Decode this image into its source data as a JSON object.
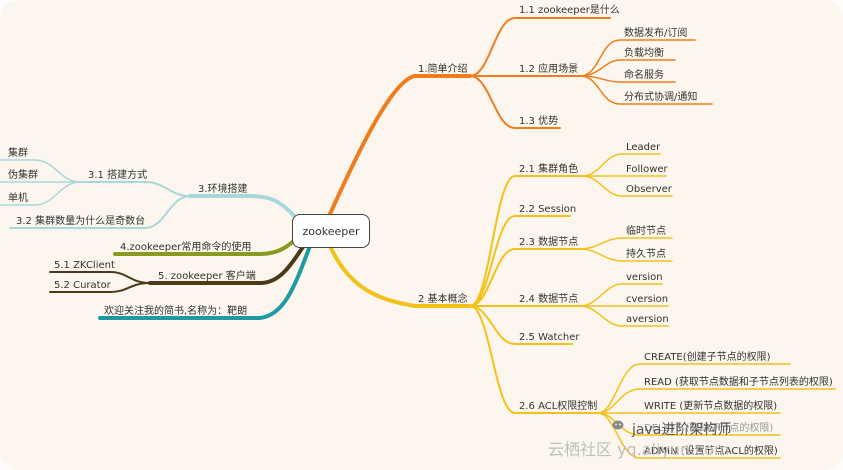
{
  "root": "zookeeper",
  "orange": {
    "main": "1.简单介绍",
    "children": [
      "1.1 zookeeper是什么",
      "1.2 应用场景",
      "1.3 优势"
    ],
    "scenes": [
      "数据发布/订阅",
      "负载均衡",
      "命名服务",
      "分布式协调/通知"
    ]
  },
  "yellow": {
    "main": "2 基本概念",
    "children": [
      "2.1 集群角色",
      "2.2 Session",
      "2.3 数据节点",
      "2.4 数据节点",
      "2.5 Watcher",
      "2.6 ACL权限控制"
    ],
    "roles": [
      "Leader",
      "Follower",
      "Observer"
    ],
    "nodes": [
      "临时节点",
      "持久节点"
    ],
    "versions": [
      "version",
      "cversion",
      "aversion"
    ],
    "acl": [
      "CREATE(创建子节点的权限)",
      "READ (获取节点数据和子节点列表的权限)",
      "WRITE (更新节点数据的权限)",
      "DELETE (删除子节点的权限)",
      "ADMIN (设置节点ACL的权限)"
    ]
  },
  "left": {
    "env": "3.环境搭建",
    "build": "3.1 搭建方式",
    "build_items": [
      "集群",
      "伪集群",
      "单机"
    ],
    "odd": "3.2 集群数量为什么是奇数台",
    "cmd": "4.zookeeper常用命令的使用",
    "client": "5. zookeeper 客户端",
    "client_items": [
      "5.1 ZKClient",
      "5.2 Curator"
    ],
    "follow": "欢迎关注我的简书,名称为：靶朗"
  },
  "watermark": {
    "line1": "java进阶架构师",
    "line2": "云栖社区 yq.aliyun.com"
  },
  "colors": {
    "orange": "#ef7d1f",
    "yellow": "#f2c11a",
    "lightblue": "#a9d8dc",
    "olive": "#8a9a1e",
    "brown": "#4a3a18",
    "teal": "#1e9aa3"
  }
}
